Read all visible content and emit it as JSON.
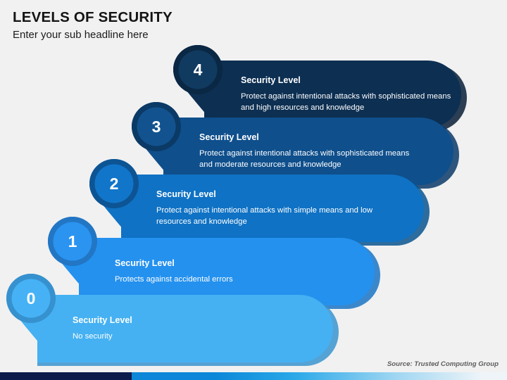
{
  "header": {
    "title": "LEVELS OF SECURITY",
    "subtitle": "Enter your sub headline here"
  },
  "footer": {
    "source": "Source: Trusted Computing Group"
  },
  "colors": {
    "background": "#f1f1f1",
    "title_text": "#141414",
    "subtitle_text": "#1c1c1c",
    "source_text": "#5d5d5d",
    "strip_navy": "#0d1b4c",
    "strip_blue": "#0b86d8",
    "strip_light": "#eef4f8"
  },
  "levels": [
    {
      "number": "4",
      "heading": "Security Level",
      "description": "Protect against intentional attacks with sophisticated means and high resources and knowledge",
      "bar_color": "#0d2f52",
      "bar_shadow_color": "#081e37",
      "pin_outer_color": "#0a2744",
      "pin_inner_color": "#113a60",
      "pin_tail_color": "#0d2f52"
    },
    {
      "number": "3",
      "heading": "Security Level",
      "description": "Protect against intentional attacks with sophisticated means and moderate resources and knowledge",
      "bar_color": "#0f4f8c",
      "bar_shadow_color": "#0a3a68",
      "pin_outer_color": "#0b3a66",
      "pin_inner_color": "#12538f",
      "pin_tail_color": "#0f4f8c"
    },
    {
      "number": "2",
      "heading": "Security Level",
      "description": "Protect against intentional attacks with simple means and low resources and knowledge",
      "bar_color": "#0f72c4",
      "bar_shadow_color": "#0b558f",
      "pin_outer_color": "#0d5494",
      "pin_inner_color": "#1176c9",
      "pin_tail_color": "#0f72c4"
    },
    {
      "number": "1",
      "heading": "Security Level",
      "description": "Protects against accidental errors",
      "bar_color": "#2491ef",
      "bar_shadow_color": "#1b74c4",
      "pin_outer_color": "#2276c4",
      "pin_inner_color": "#2a94f0",
      "pin_tail_color": "#2491ef"
    },
    {
      "number": "0",
      "heading": "Security Level",
      "description": "No security",
      "bar_color": "#45b1f2",
      "bar_shadow_color": "#3a94cf",
      "pin_outer_color": "#3691ce",
      "pin_inner_color": "#46b2f5",
      "pin_tail_color": "#45b1f2"
    }
  ]
}
